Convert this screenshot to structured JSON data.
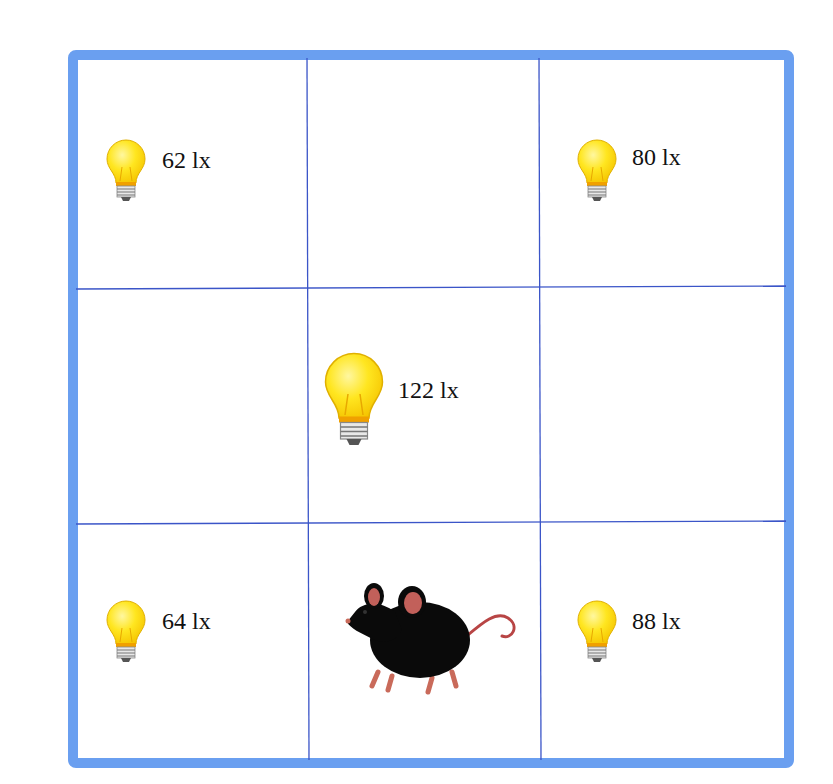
{
  "diagram": {
    "labels": [
      "62 lx",
      "80 lx",
      "122 lx",
      "64 lx",
      "88 lx"
    ]
  }
}
